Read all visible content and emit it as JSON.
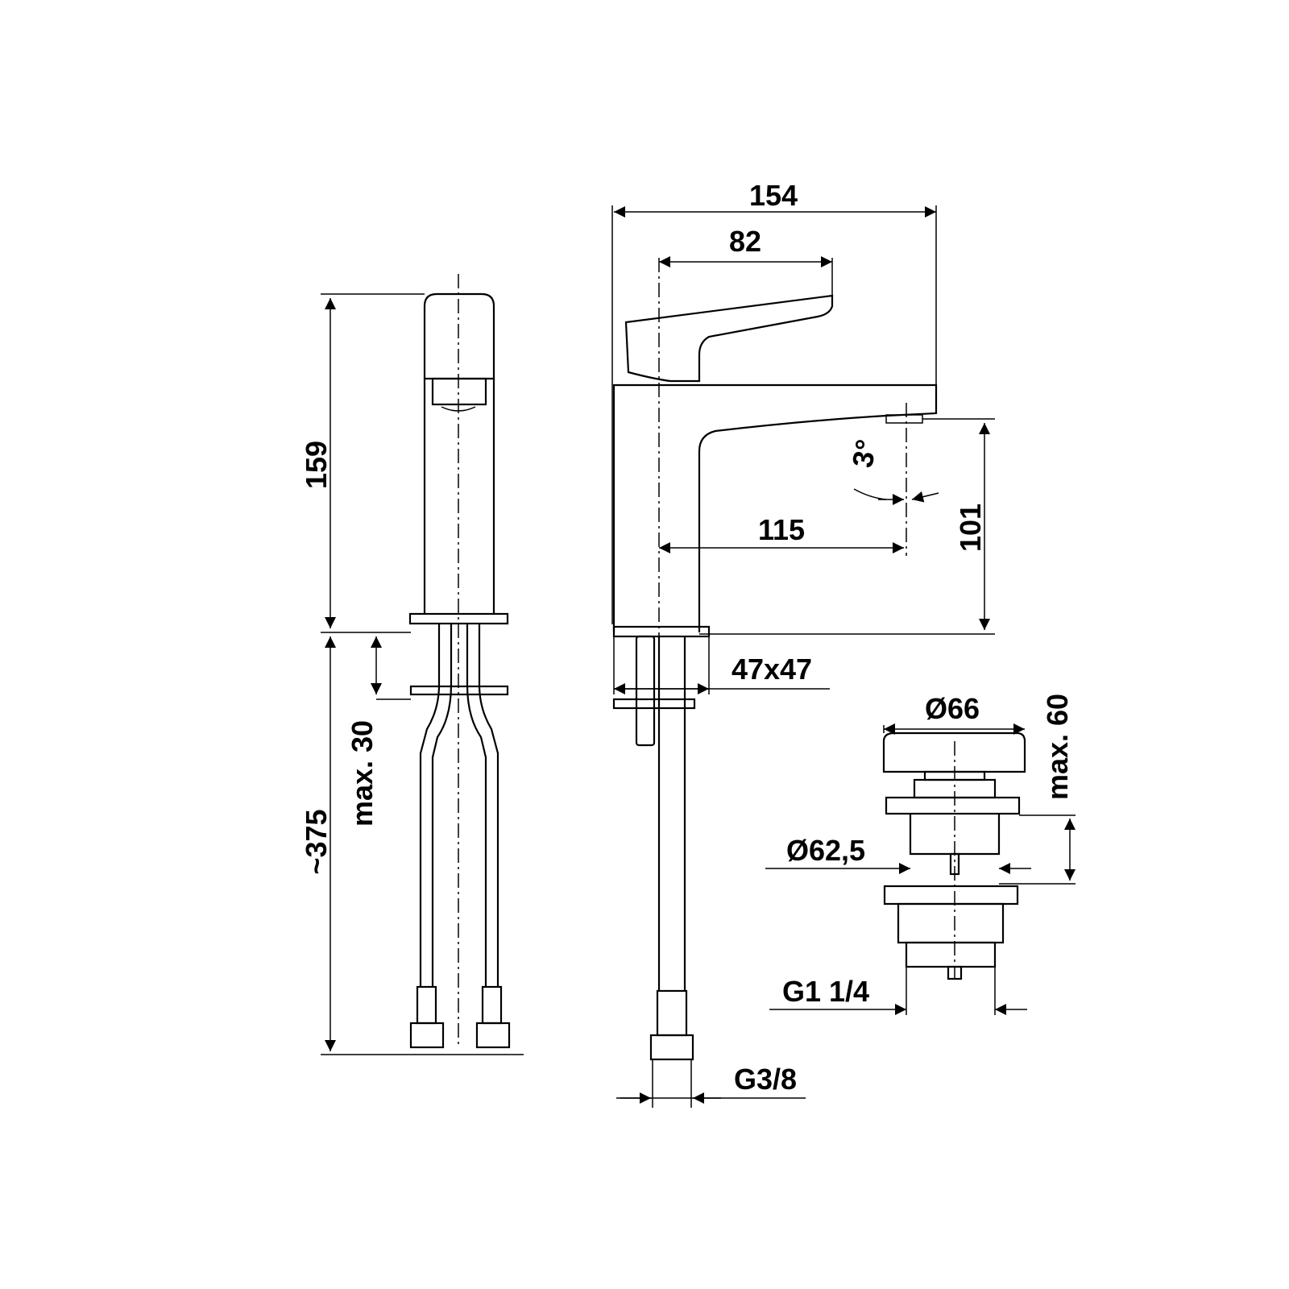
{
  "drawing": {
    "front_view": {
      "height_label": "159",
      "hose_length_label": "~375",
      "max_thickness_label": "max. 30"
    },
    "side_view": {
      "overall_length_label": "154",
      "handle_length_label": "82",
      "spout_reach_label": "115",
      "spout_height_label": "101",
      "angle_label": "3°",
      "base_size_label": "47x47",
      "connection_label": "G3/8"
    },
    "waste_valve": {
      "cap_diameter_label": "Ø66",
      "max_height_label": "max. 60",
      "flange_diameter_label": "Ø62,5",
      "thread_label": "G1 1/4"
    }
  }
}
